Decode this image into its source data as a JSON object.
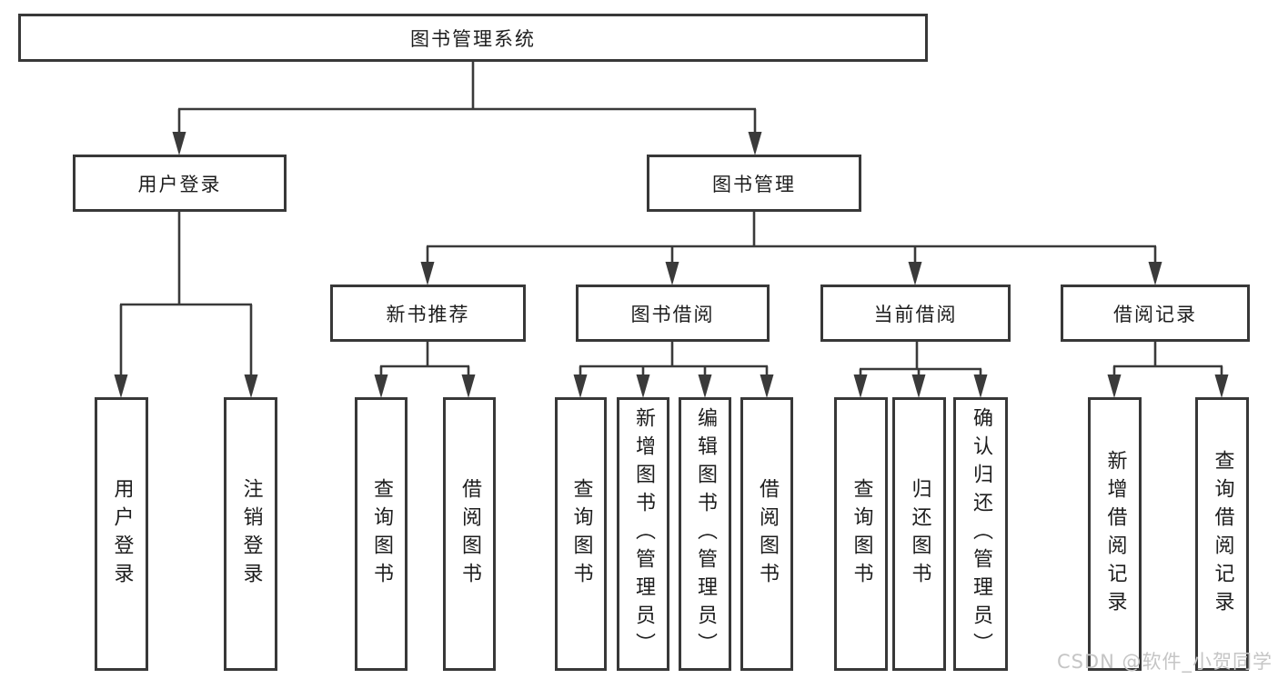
{
  "nodes": {
    "root": "图书管理系统",
    "user_login": "用户登录",
    "book_mgmt": "图书管理",
    "new_book_rec": "新书推荐",
    "book_borrow": "图书借阅",
    "current_borrow": "当前借阅",
    "borrow_records": "借阅记录",
    "leaf_user_login": "用户登录",
    "leaf_logout": "注销登录",
    "leaf_query_book_a": "查询图书",
    "leaf_borrow_book_a": "借阅图书",
    "leaf_query_book_b": "查询图书",
    "leaf_add_book": "新增图书（管理员）",
    "leaf_edit_book": "编辑图书（管理员）",
    "leaf_borrow_book_b": "借阅图书",
    "leaf_query_book_c": "查询图书",
    "leaf_return_book": "归还图书",
    "leaf_confirm_return": "确认归还（管理员）",
    "leaf_add_record": "新增借阅记录",
    "leaf_query_record": "查询借阅记录"
  },
  "watermark": {
    "text": "CSDN @软件_小贺同学"
  },
  "colors": {
    "line": "#3a3a3a",
    "border": "#383838",
    "text": "#1d1d1d",
    "watermark": "#c5c5c5",
    "background": "#ffffff"
  }
}
